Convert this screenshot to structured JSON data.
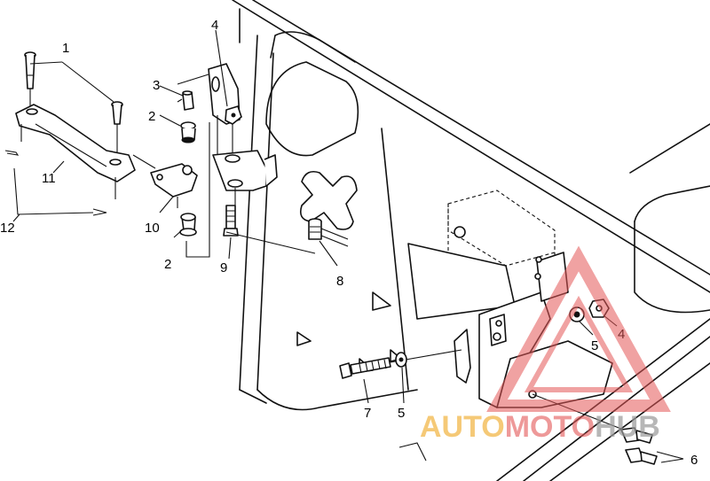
{
  "callouts": [
    {
      "id": "c1",
      "label": "1"
    },
    {
      "id": "c2a",
      "label": "2"
    },
    {
      "id": "c2b",
      "label": "2"
    },
    {
      "id": "c3",
      "label": "3"
    },
    {
      "id": "c4a",
      "label": "4"
    },
    {
      "id": "c4b",
      "label": "4"
    },
    {
      "id": "c5a",
      "label": "5"
    },
    {
      "id": "c5b",
      "label": "5"
    },
    {
      "id": "c6",
      "label": "6"
    },
    {
      "id": "c7",
      "label": "7"
    },
    {
      "id": "c8",
      "label": "8"
    },
    {
      "id": "c9",
      "label": "9"
    },
    {
      "id": "c10",
      "label": "10"
    },
    {
      "id": "c11",
      "label": "11"
    },
    {
      "id": "c12",
      "label": "12"
    }
  ],
  "watermark": {
    "part1": "AUTO",
    "part2": "MOTO",
    "part3": "HUB",
    "colors": {
      "auto": "#f2b84a",
      "moto": "#e45757",
      "hub": "#9a9a9a",
      "triangle": "#e45757"
    }
  }
}
